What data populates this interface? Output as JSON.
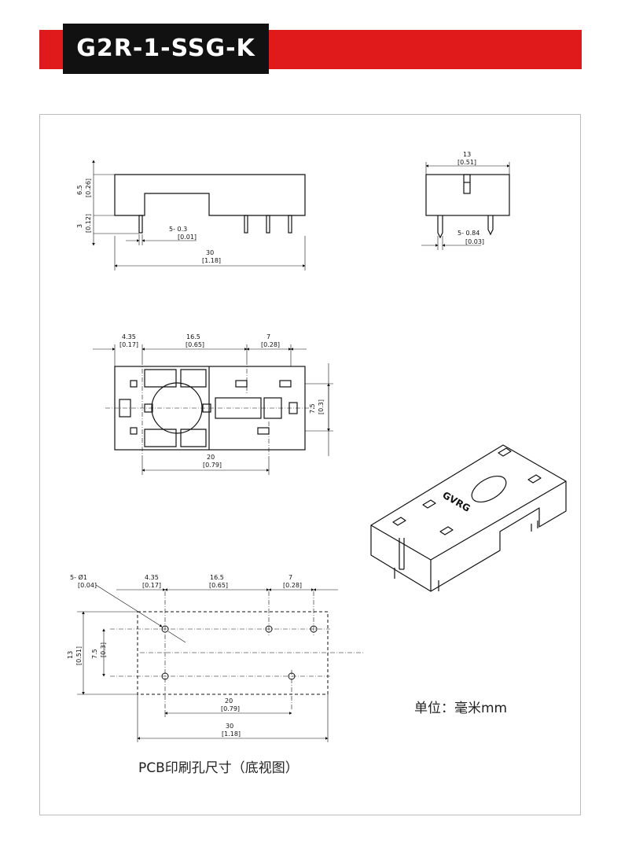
{
  "header": {
    "title": "G2R-1-SSG-K"
  },
  "views": {
    "side": {
      "height_top": "6.5",
      "height_top_in": "[0.26]",
      "pin_len": "3",
      "pin_len_in": "[0.12]",
      "pin_w": "5-  0.3",
      "pin_w_in": "[0.01]",
      "length": "30",
      "length_in": "[1.18]"
    },
    "end": {
      "width": "13",
      "width_in": "[0.51]",
      "pin": "5-  0.84",
      "pin_in": "[0.03]"
    },
    "top": {
      "d1": "4.35",
      "d1_in": "[0.17]",
      "d2": "16.5",
      "d2_in": "[0.65]",
      "d3": "7",
      "d3_in": "[0.28]",
      "d4": "7.5",
      "d4_in": "[0.3]",
      "d5": "20",
      "d5_in": "[0.79]"
    },
    "pcb": {
      "hole": "5-  Ø1",
      "hole_in": "[0.04]",
      "d1": "4.35",
      "d1_in": "[0.17]",
      "d2": "16.5",
      "d2_in": "[0.65]",
      "d3": "7",
      "d3_in": "[0.28]",
      "h": "13",
      "h_in": "[0.51]",
      "h2": "7.5",
      "h2_in": "[0.3]",
      "w1": "20",
      "w1_in": "[0.79]",
      "w2": "30",
      "w2_in": "[1.18]"
    },
    "iso": {
      "logo": "GVRG"
    }
  },
  "captions": {
    "pcb": "PCB印刷孔尺寸（底视图）",
    "unit": "单位：毫米mm"
  }
}
